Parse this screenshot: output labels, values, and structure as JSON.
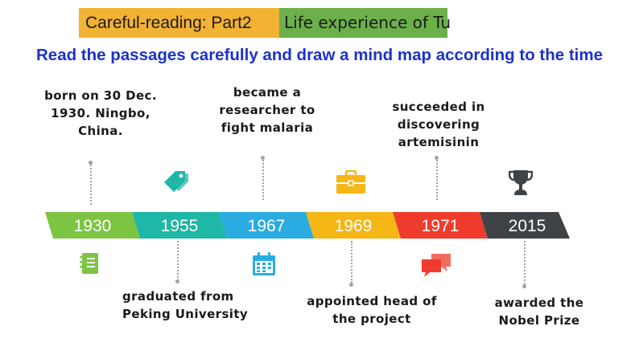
{
  "header": {
    "tag_primary": "Careful-reading: Part2",
    "tag_secondary": "Life experience of Tu",
    "colors": {
      "primary_bg": "#f2b233",
      "secondary_bg": "#6cb04a"
    }
  },
  "instruction": "Read the passages carefully and draw a mind map according to the time",
  "timeline": {
    "segments": [
      {
        "year": "1930",
        "color": "#7dc443"
      },
      {
        "year": "1955",
        "color": "#1fb7a5"
      },
      {
        "year": "1967",
        "color": "#2aace2"
      },
      {
        "year": "1969",
        "color": "#f5b616"
      },
      {
        "year": "1971",
        "color": "#ef3b2d"
      },
      {
        "year": "2015",
        "color": "#3d4347"
      }
    ],
    "events": {
      "born": "born on 30 Dec.\n1930. Ningbo,\nChina.",
      "graduated": "graduated from\nPeking University",
      "researcher": "became a\nresearcher to\nfight malaria",
      "head": "appointed head of\nthe project",
      "discovered": "succeeded in\ndiscovering\nartemisinin",
      "awarded": "awarded the\nNobel Prize"
    },
    "icons": {
      "notebook": "notebook-icon",
      "tag": "price-tag-icon",
      "calendar": "calendar-icon",
      "briefcase": "briefcase-icon",
      "chat": "chat-bubbles-icon",
      "trophy": "trophy-icon"
    }
  }
}
